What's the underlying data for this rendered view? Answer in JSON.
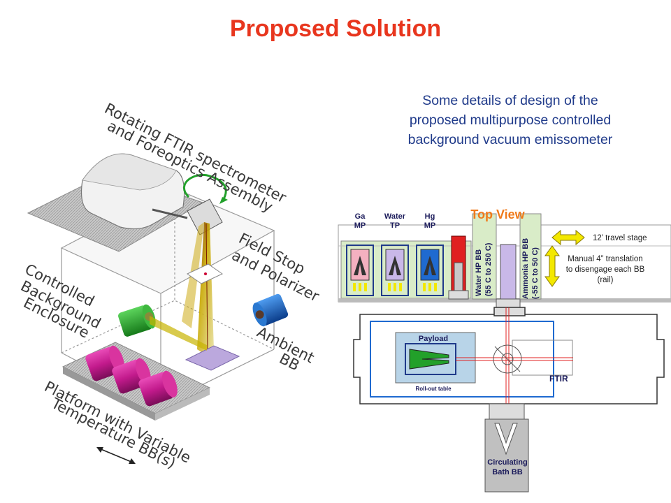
{
  "title": "Proposed Solution",
  "description": {
    "line1": "Some details of design of the",
    "line2": "proposed multipurpose controlled",
    "line3": "background vacuum emissometer"
  },
  "left_diagram": {
    "label_ftir_1": "Rotating FTIR spectrometer",
    "label_ftir_2": "and Foreoptics Assembly",
    "label_field_1": "Field Stop",
    "label_field_2": "and Polarizer",
    "label_cbe_1": "Controlled",
    "label_cbe_2": "Background",
    "label_cbe_3": "Enclosure",
    "label_ambient_1": "Ambient",
    "label_ambient_2": "BB",
    "label_platform_1": "Platform with Variable",
    "label_platform_2": "Temperature BB(s)"
  },
  "right_diagram": {
    "top_view": "Top View",
    "ga_1": "Ga",
    "ga_2": "MP",
    "water_1": "Water",
    "water_2": "TP",
    "hg_1": "Hg",
    "hg_2": "MP",
    "water_hp_1": "Water HP BB",
    "water_hp_2": "(55 C to 250 C)",
    "ammonia_1": "Ammonia HP BB",
    "ammonia_2": "(-55 C to 50 C)",
    "travel": "12’  travel stage",
    "manual_1": "Manual 4” translation",
    "manual_2": "to disengage each BB",
    "manual_3": "(rail)",
    "payload": "Payload",
    "rollout": "Roll-out table",
    "ftir": "FTIR",
    "circ_1": "Circulating",
    "circ_2": "Bath BB"
  },
  "colors": {
    "title": "#e8361e",
    "description": "#1f3a8a",
    "top_view": "#f07a1a",
    "green": "#22a02a",
    "magenta": "#c21a8c",
    "blue": "#1560c0",
    "yellow": "#f3e800"
  }
}
